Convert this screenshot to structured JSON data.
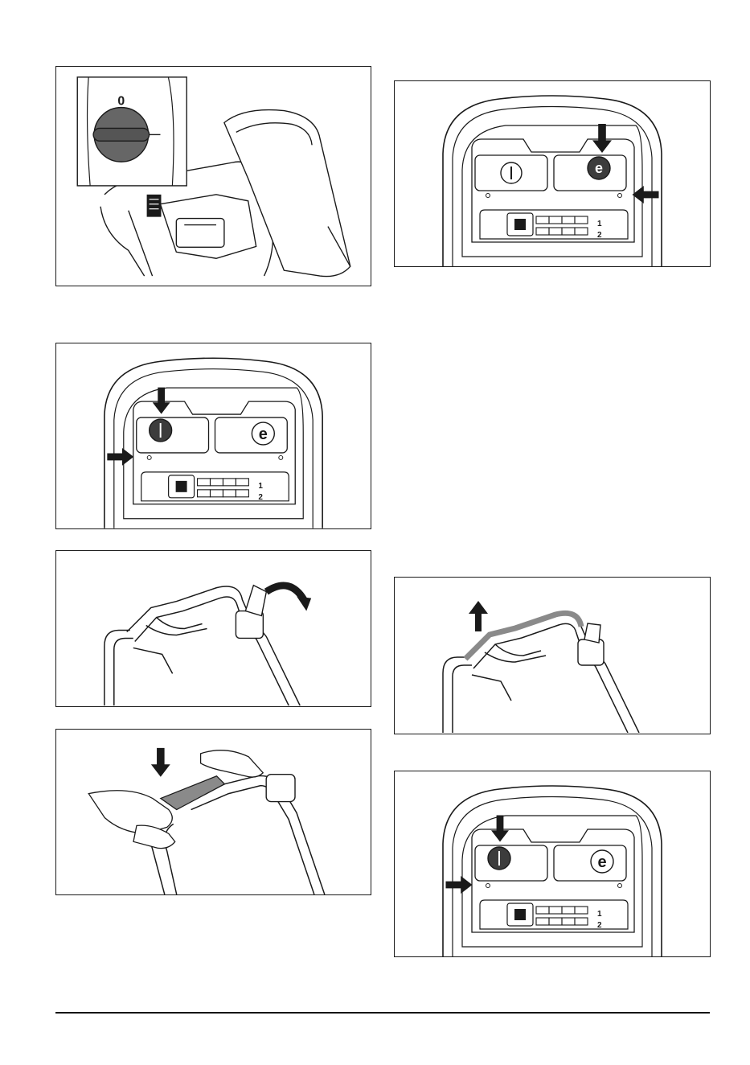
{
  "figures": [
    {
      "id": "fig-key-compartment",
      "content": "key switch under open lid",
      "key_label": "0"
    },
    {
      "id": "fig-panel-eco",
      "content": "control panel, eco button pressed",
      "indicator_rows": [
        "1",
        "2"
      ]
    },
    {
      "id": "fig-panel-power-1",
      "content": "control panel, power button pressed",
      "indicator_rows": [
        "1",
        "2"
      ]
    },
    {
      "id": "fig-handle-lever",
      "content": "handle with rotating lever"
    },
    {
      "id": "fig-handle-press",
      "content": "hands pressing bail bar down"
    },
    {
      "id": "fig-handle-release",
      "content": "bail bar released upward"
    },
    {
      "id": "fig-panel-power-2",
      "content": "control panel, power button pressed",
      "indicator_rows": [
        "1",
        "2"
      ]
    }
  ],
  "colors": {
    "line": "#1a1a1a",
    "knob": "#3c3c3c",
    "grip": "#8a8a8a",
    "arrow": "#1a1a1a"
  }
}
